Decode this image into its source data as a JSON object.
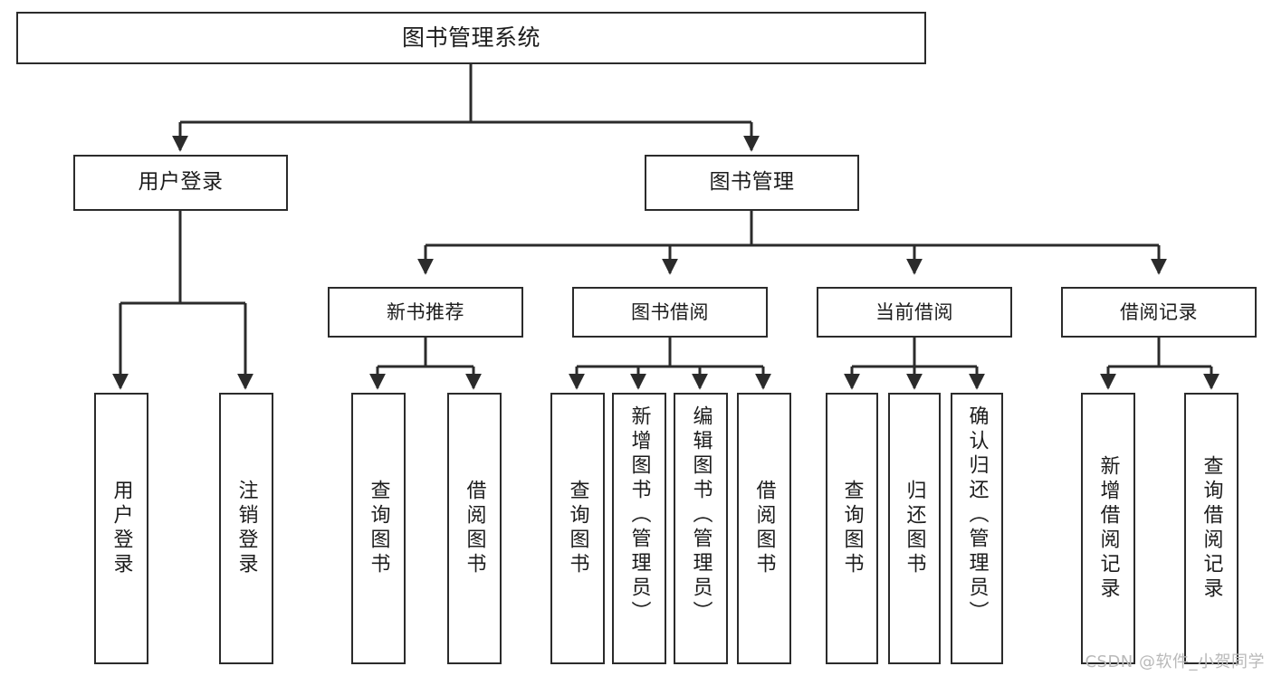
{
  "diagram": {
    "type": "tree-hierarchy",
    "title": "图书管理系统",
    "watermark": "CSDN @软件_小贺同学",
    "colors": {
      "border": "#2b2b2b",
      "background": "#ffffff",
      "text": "#1c1c1c",
      "watermark": "#b9b9b9"
    },
    "nodes": {
      "root": {
        "label": "图书管理系统"
      },
      "level2": [
        {
          "label": "用户登录"
        },
        {
          "label": "图书管理"
        }
      ],
      "level3": [
        {
          "label": "新书推荐"
        },
        {
          "label": "图书借阅"
        },
        {
          "label": "当前借阅"
        },
        {
          "label": "借阅记录"
        }
      ],
      "leaves": {
        "user_login": [
          {
            "label": "用户登录"
          },
          {
            "label": "注销登录"
          }
        ],
        "new_book_recommend": [
          {
            "label": "查询图书"
          },
          {
            "label": "借阅图书"
          }
        ],
        "book_borrow": [
          {
            "label": "查询图书"
          },
          {
            "label": "新增图书（管理员）"
          },
          {
            "label": "编辑图书（管理员）"
          },
          {
            "label": "借阅图书"
          }
        ],
        "current_borrow": [
          {
            "label": "查询图书"
          },
          {
            "label": "归还图书"
          },
          {
            "label": "确认归还（管理员）"
          }
        ],
        "borrow_record": [
          {
            "label": "新增借阅记录"
          },
          {
            "label": "查询借阅记录"
          }
        ]
      }
    }
  }
}
